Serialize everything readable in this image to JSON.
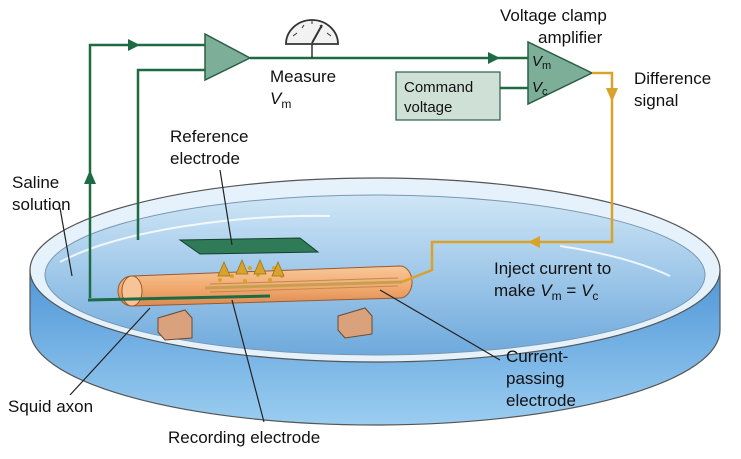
{
  "labels": {
    "saline": [
      "Saline",
      "solution"
    ],
    "reference": [
      "Reference",
      "electrode"
    ],
    "measure": "Measure",
    "vm_symbol": "V",
    "vm_sub": "m",
    "amp_title": [
      "Voltage clamp",
      "amplifier"
    ],
    "amp_input_v": "V",
    "amp_input_m": "m",
    "amp_input_c": "c",
    "command": [
      "Command",
      "voltage"
    ],
    "difference": [
      "Difference",
      "signal"
    ],
    "inject_line1": "Inject current to",
    "inject_make": "make",
    "inject_eq": "=",
    "current_passing": [
      "Current-",
      "passing",
      "electrode"
    ],
    "squid_axon": "Squid axon",
    "recording": "Recording electrode"
  },
  "colors": {
    "measure_wire": "#1e6a45",
    "inject_wire": "#d9a22a",
    "amplifier_fill": "#7dae98",
    "box_fill": "#cfe1d6",
    "dish_water": "#8fc4ea",
    "axon": "#f2b27f",
    "support": "#d9a27c",
    "reference_plate": "#2f7a57"
  },
  "icons": {
    "meter": "voltmeter-icon"
  }
}
